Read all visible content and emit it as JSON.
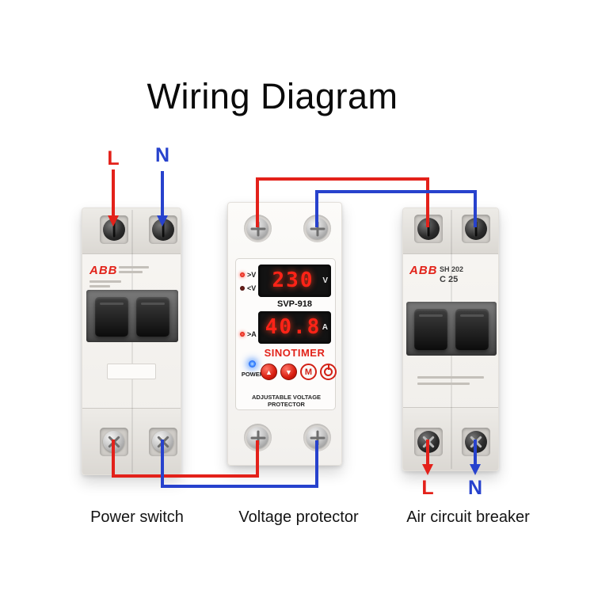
{
  "page": {
    "title": "Wiring Diagram"
  },
  "colors": {
    "live": "#e3211a",
    "neutral": "#2742cd",
    "abb_red": "#e2231a",
    "digit": "#ff2317",
    "display_bg": "#131313"
  },
  "wires": {
    "input_live_label": "L",
    "input_neutral_label": "N",
    "output_live_label": "L",
    "output_neutral_label": "N"
  },
  "captions": {
    "power_switch": "Power switch",
    "voltage_protector": "Voltage protector",
    "air_circuit_breaker": "Air circuit breaker"
  },
  "power_switch": {
    "brand": "ABB"
  },
  "voltage_protector": {
    "model": "SVP-918",
    "brand": "SINOTIMER",
    "voltage_value": "230",
    "voltage_unit": "V",
    "current_value": "40.8",
    "current_unit": "A",
    "indicators": {
      "over_voltage": ">V",
      "under_voltage": "<V",
      "over_current": ">A"
    },
    "power_label": "POWER",
    "buttons": {
      "up": "▲",
      "down": "▼",
      "mode": "M"
    },
    "footer": "ADJUSTABLE VOLTAGE PROTECTOR"
  },
  "air_circuit_breaker": {
    "brand": "ABB",
    "model": "SH 202",
    "rating": "C 25"
  }
}
